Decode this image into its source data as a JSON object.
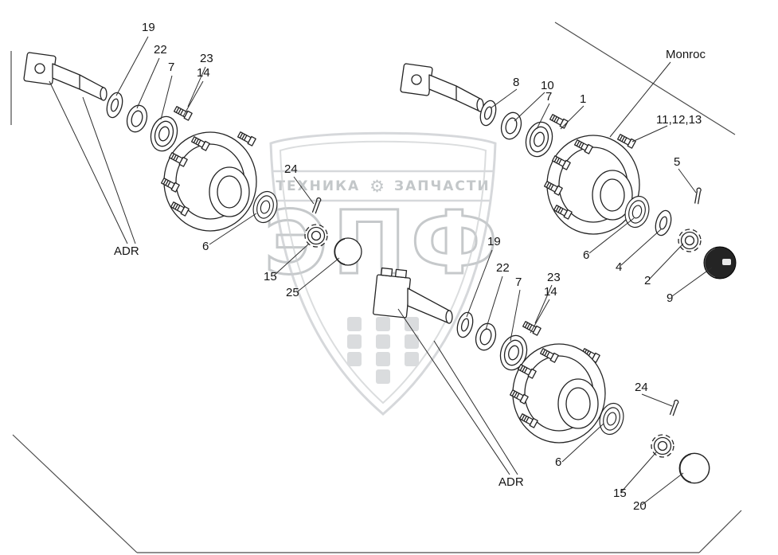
{
  "watermark": {
    "left": "ТЕХНИКА",
    "gear": "⚙",
    "right": "ЗАПЧАСТИ",
    "big": "ЭПФ"
  },
  "callouts": {
    "asm1": {
      "n19": "19",
      "n22": "22",
      "n7": "7",
      "n23": "23",
      "n14": "14",
      "n24": "24",
      "adr": "ADR",
      "n6": "6",
      "n15": "15",
      "n25": "25"
    },
    "asm2": {
      "monroc": "Monroc",
      "n8": "8",
      "n10": "10",
      "n7": "7",
      "n1": "1",
      "n11_12_13": "11,12,13",
      "n5": "5",
      "n6": "6",
      "n4": "4",
      "n2": "2",
      "n9": "9"
    },
    "asm3": {
      "n19": "19",
      "n22": "22",
      "n7": "7",
      "n23": "23",
      "n14": "14",
      "n24": "24",
      "n6": "6",
      "adr": "ADR",
      "n15": "15",
      "n20": "20"
    }
  }
}
